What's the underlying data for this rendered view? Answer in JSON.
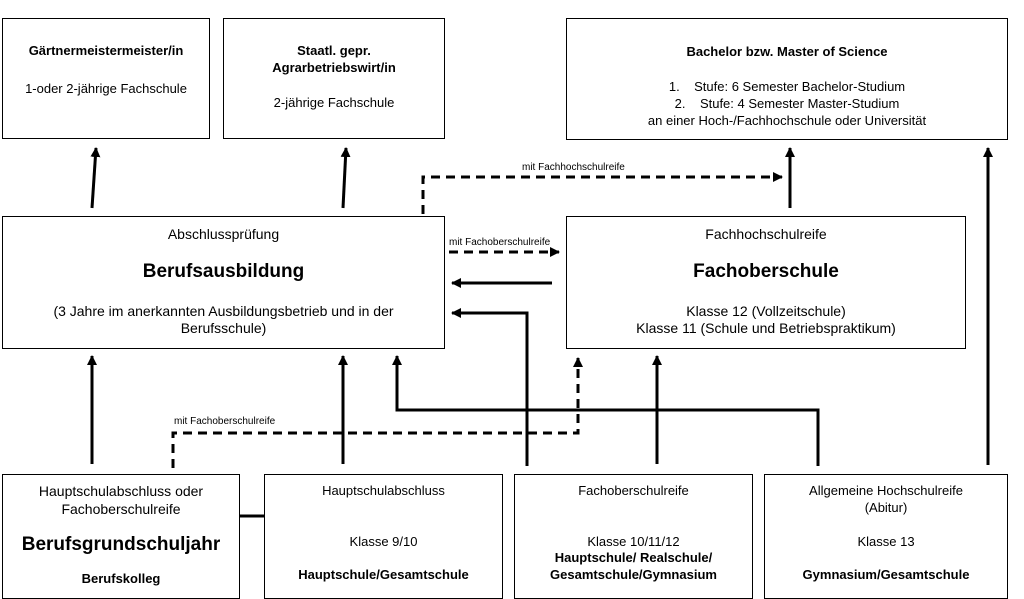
{
  "boxes": {
    "gaertner": {
      "title": "Gärtnermeistermeister/in",
      "sub": "1-oder 2-jährige Fachschule"
    },
    "agrar": {
      "title_line1": "Staatl. gepr.",
      "title_line2": "Agrarbetriebswirt/in",
      "sub": "2-jährige Fachschule"
    },
    "bachelor": {
      "title": "Bachelor bzw. Master of Science",
      "item1_num": "1.",
      "item1": "Stufe: 6 Semester Bachelor-Studium",
      "item2_num": "2.",
      "item2": "Stufe: 4 Semester Master-Studium",
      "line3": "an einer Hoch-/Fachhochschule oder Universität"
    },
    "berufsausbildung": {
      "top": "Abschlussprüfung",
      "title": "Berufsausbildung",
      "line1": "(3 Jahre im anerkannten Ausbildungsbetrieb und in der",
      "line2": "Berufsschule)"
    },
    "fachoberschule": {
      "top": "Fachhochschulreife",
      "title": "Fachoberschule",
      "line1": "Klasse 12 (Vollzeitschule)",
      "line2": "Klasse 11 (Schule und Betriebspraktikum)"
    },
    "bgj": {
      "line1": "Hauptschulabschluss oder",
      "line2": "Fachoberschulreife",
      "title": "Berufsgrundschuljahr",
      "bottom": "Berufskolleg"
    },
    "hauptschule": {
      "top": "Hauptschulabschluss",
      "middle": "Klasse 9/10",
      "bottom": "Hauptschule/Gesamtschule"
    },
    "fachoberschulreife": {
      "top": "Fachoberschulreife",
      "middle": "Klasse 10/11/12",
      "bottom1": "Hauptschule/ Realschule/",
      "bottom2": "Gesamtschule/Gymnasium"
    },
    "abitur": {
      "top1": "Allgemeine Hochschulreife",
      "top2": "(Abitur)",
      "middle": "Klasse 13",
      "bottom": "Gymnasium/Gesamtschule"
    }
  },
  "arrow_labels": {
    "fhr_to_bachelor": "mit Fachhochschulreife",
    "fosr_to_fos": "mit Fachoberschulreife",
    "bgj_to_fos": "mit Fachoberschulreife"
  }
}
